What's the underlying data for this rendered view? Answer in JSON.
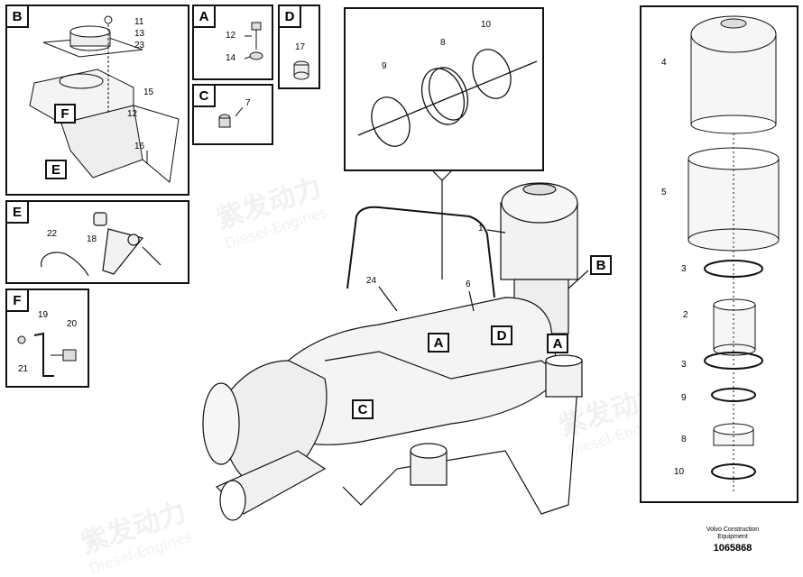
{
  "panels": {
    "B_top": {
      "tag": "B",
      "numbers": [
        "11",
        "13",
        "23",
        "15",
        "12",
        "16"
      ],
      "subtags": [
        "F",
        "E"
      ]
    },
    "A_small": {
      "tag": "A",
      "numbers": [
        "12",
        "14"
      ]
    },
    "D_small": {
      "tag": "D",
      "numbers": [
        "17"
      ]
    },
    "C_small": {
      "tag": "C",
      "numbers": [
        "7"
      ]
    },
    "E_panel": {
      "tag": "E",
      "numbers": [
        "22",
        "18"
      ]
    },
    "F_panel": {
      "tag": "F",
      "numbers": [
        "19",
        "20",
        "21"
      ]
    },
    "detail_top": {
      "numbers": [
        "8",
        "10",
        "9"
      ]
    },
    "right_panel": {
      "numbers": [
        "4",
        "5",
        "3",
        "2",
        "3",
        "9",
        "8",
        "10"
      ]
    }
  },
  "main": {
    "numbers": [
      "1",
      "24",
      "6"
    ],
    "callouts": [
      "B",
      "A",
      "D",
      "A",
      "C"
    ]
  },
  "footer": {
    "line1": "Volvo Construction",
    "line2": "Equipment",
    "id": "1065868"
  },
  "watermark": {
    "cn": "紫发动力",
    "en": "Diesel-Engines"
  }
}
